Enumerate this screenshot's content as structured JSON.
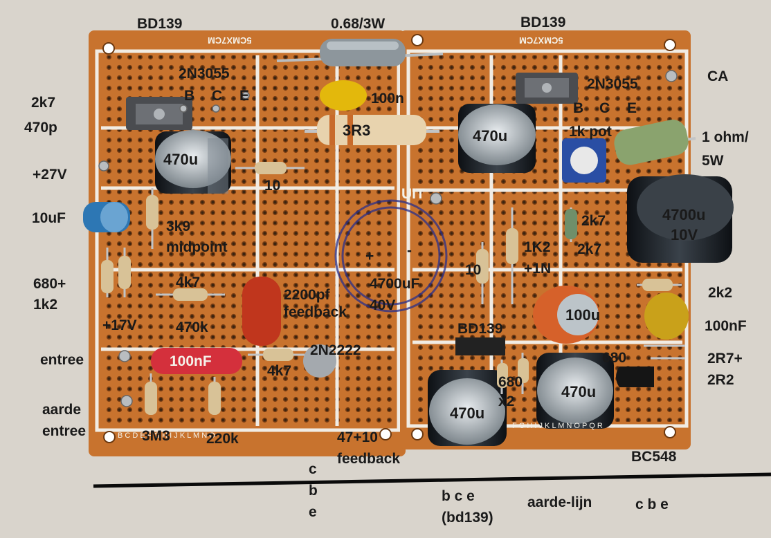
{
  "colors": {
    "background": "#d9d4cc",
    "board": "#c8732e",
    "label_text": "#1a1a1a",
    "board_text": "#f4f2ea",
    "capacitor_sleeve": "#1b1f24",
    "film_capacitor_red": "#d4303c",
    "ceramic_capacitor_orange": "#c0361d"
  },
  "board_print": {
    "left_code": "5CMX7CM",
    "right_code": "5CMX7CM",
    "left_columns": "B C D E F G H I J K L M N O",
    "right_columns": "F G H I J K L M N O P Q R"
  },
  "labels": {
    "bd139_left": "BD139",
    "resistor_068": "0.68/3W",
    "bd139_right": "BD139",
    "n3055_left": "2N3055",
    "bce_left": {
      "b": "B",
      "c": "C",
      "e": "E"
    },
    "cap_100n_top": "100n",
    "n3055_right": "2N3055",
    "ca": "CA",
    "bce_right": {
      "b": "B",
      "c": "C",
      "e": "E"
    },
    "two_k7_a": "2k7",
    "four_seventy_p": "470p",
    "cap_470u_tl": "470u",
    "res_3r3": "3R3",
    "cap_470u_tr": "470u",
    "pot_1k": "1k pot",
    "one_ohm": [
      "1 ohm/",
      "5W"
    ],
    "plus_27v": "+27V",
    "res_10_a": "10",
    "uit": "UIT",
    "ten_uf": "10uF",
    "three_k9": "3k9",
    "midpoint": "midpoint",
    "two_k7_b": "2k7",
    "two_k7_c": "2k7",
    "cap_4700u_10v": [
      "4700u",
      "10V"
    ],
    "plus": "+",
    "minus": "-",
    "res_10_b": "10",
    "one_k2_1n": [
      "1K2",
      "+1N"
    ],
    "six_eighty_1k2": [
      "680+",
      "1k2"
    ],
    "four_k7_a": "4k7",
    "cap_2200pf": [
      "2200pf",
      "feedback"
    ],
    "cap_4700uf_40v": [
      "4700uF",
      "40V"
    ],
    "two_k2": "2k2",
    "plus_17v": "+17V",
    "four_seventy_k": "470k",
    "cap_100u": "100u",
    "hundred_nf_right": "100nF",
    "bd139_mid": "BD139",
    "entree": "entree",
    "cap_100nf_red": "100nF",
    "n2222": "2N2222",
    "four_k7_b": "4k7",
    "six_eighty_x2": [
      "680",
      "x2"
    ],
    "six_eighty": "680",
    "two_r7_2r2": [
      "2R7+",
      "2R2"
    ],
    "aarde_entree": [
      "aarde",
      "entree"
    ],
    "cap_470u_bl": "470u",
    "cap_470u_br": "470u",
    "three_m3": "3M3",
    "two_twenty_k": "220k",
    "forty_seven_10": [
      "47+10",
      "feedback"
    ],
    "bc548": "BC548",
    "cbe_left": [
      "c",
      "b",
      "e"
    ],
    "bce_bd139": [
      "b c e",
      "(bd139)"
    ],
    "aarde_lijn": "aarde-lijn",
    "cbe_right": "c b e"
  }
}
